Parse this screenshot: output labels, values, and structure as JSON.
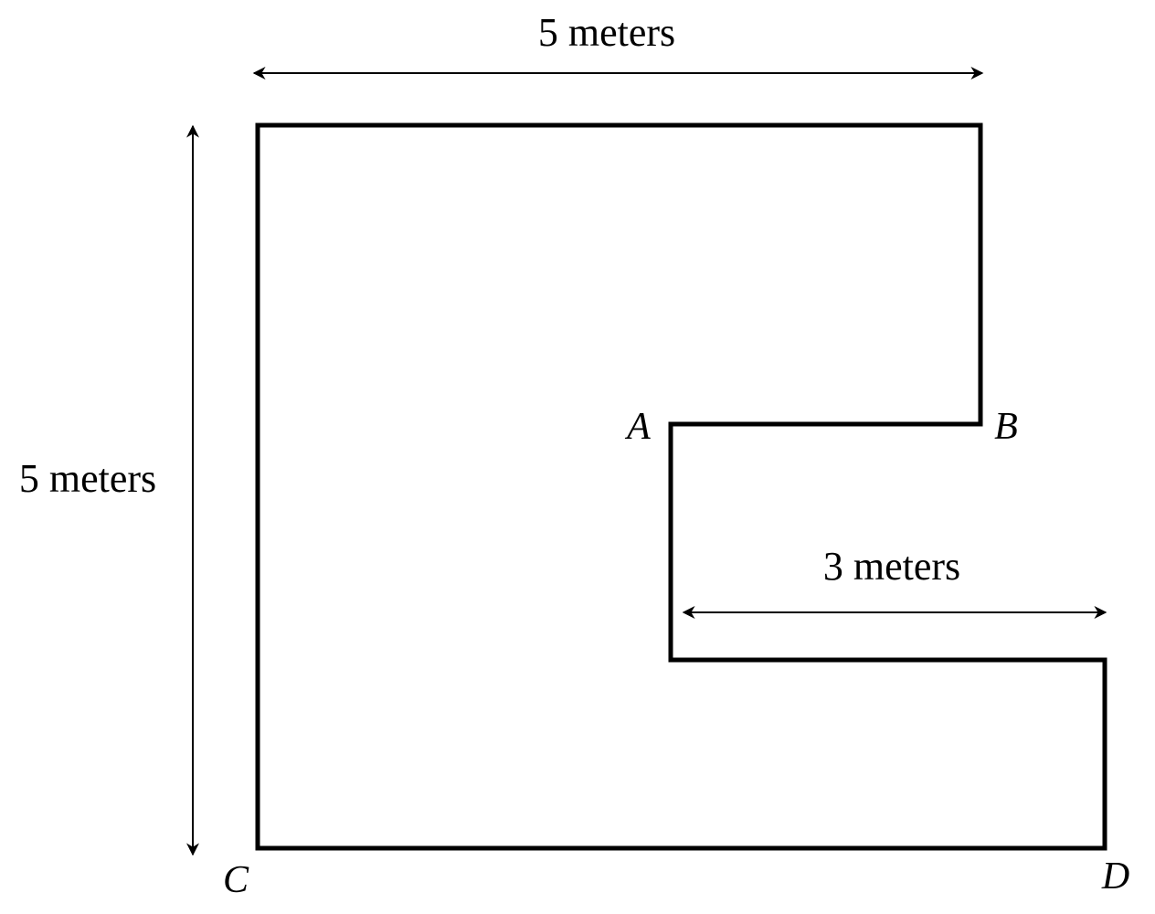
{
  "labels": {
    "top_dimension": "5 meters",
    "left_dimension": "5 meters",
    "inner_dimension": "3 meters",
    "vertex_a": "A",
    "vertex_b": "B",
    "vertex_c": "C",
    "vertex_d": "D"
  },
  "colors": {
    "stroke": "#000000",
    "background": "#ffffff"
  }
}
